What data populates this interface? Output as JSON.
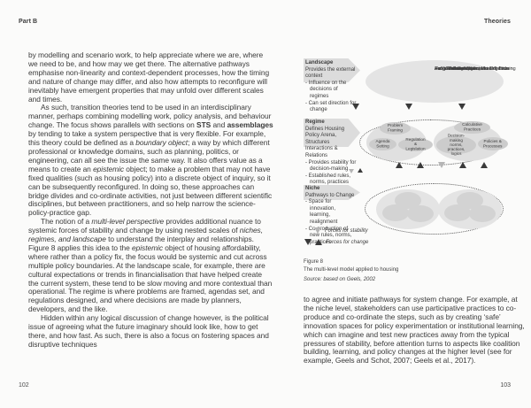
{
  "colors": {
    "paper": "#fbfbfa",
    "ink": "#3b3b3b",
    "fill_light_grey": "#e4e4e4",
    "fill_mid_grey": "#cccccc",
    "arrow_grey": "#dcdcdc",
    "triangle_black": "#3a3a3a",
    "triangle_grey": "#b5b5b5"
  },
  "left_page": {
    "header": "Part B",
    "page_number": "102",
    "paragraphs": [
      [
        {
          "t": "by modelling and scenario work, to help appreciate where we are, where we need to be, and how may we get there. The alternative pathways emphasise non-linearity and context-dependent processes, how the timing and nature of change may differ, and also how attempts to reconfigure will inevitably have emergent properties that may unfold over different scales and times."
        }
      ],
      [
        {
          "t": "As such, transition theories tend to be used in an interdisciplinary manner, perhaps combining modelling work, policy analysis, and behaviour change. The focus shows parallels with sections on "
        },
        {
          "t": "STS",
          "s": "b"
        },
        {
          "t": " and "
        },
        {
          "t": "assemblages",
          "s": "b"
        },
        {
          "t": " by tending to take a system perspective that is very flexible. For example, this theory could be defined as a "
        },
        {
          "t": "boundary object",
          "s": "i"
        },
        {
          "t": "; a way by which different professional or knowledge domains, such as planning, politics, or engineering, can all see the issue the same way. It also offers value as a means to create an "
        },
        {
          "t": "epistemic",
          "s": "i"
        },
        {
          "t": " object; to make a problem that may not have fixed qualities (such as housing policy) into a discrete object of inquiry, so it can be subsequently reconfigured. In doing so, these approaches can bridge divides and co-ordinate activities, not just between different scientific disciplines, but between practitioners, and so help narrow the science-policy-practice gap."
        }
      ],
      [
        {
          "t": "The notion of a "
        },
        {
          "t": "multi-level perspective",
          "s": "i"
        },
        {
          "t": " provides additional nuance to systemic forces of stability and change by using nested scales of "
        },
        {
          "t": "niches, regimes, and landscape",
          "s": "i"
        },
        {
          "t": " to understand the interplay and relationships. Figure 8 applies this idea to the "
        },
        {
          "t": "epistemic",
          "s": "i"
        },
        {
          "t": " object of housing affordability, where rather than a policy fix, the focus would be systemic and cut across multiple policy boundaries. At the landscape scale, for example, there are cultural expectations or trends in financialisation that have helped create the current system, these tend to be slow moving and more contextual than operational. The regime is where problems are framed, agendas set, and regulations designed, and where decisions are made by planners, developers, and the like."
        }
      ],
      [
        {
          "t": "Hidden within any logical discussion of change however, is the political issue of agreeing what the future imaginary should look like, how to get there, and how fast. As such, there is also a focus on fostering spaces and disruptive techniques"
        }
      ]
    ]
  },
  "right_page": {
    "header": "Theories",
    "page_number": "103",
    "figure": {
      "caption": {
        "label": "Figure 8",
        "title": "The multi-level model applied to housing",
        "source": "Source: based on Geels, 2002"
      },
      "landscape": {
        "title": "Landscape",
        "subtitle": "Provides the external context",
        "bullets": [
          "- Influence on the decisions of regimes",
          "- Can set direction for change"
        ],
        "ellipse_lines": [
          [
            {
              "t": "Social values",
              "s": "i"
            },
            {
              "t": " – e.g. Cultural expectation for housing"
            }
          ],
          [
            {
              "t": "Political Cultures",
              "s": "i"
            },
            {
              "t": " – e.g. Roles of State, Market, Citizen"
            }
          ],
          [
            {
              "t": "Built Environment",
              "s": "i"
            },
            {
              "t": " – e.g. Demographics, existing form"
            }
          ],
          [
            {
              "t": "Economic Developments & Trends",
              "s": "i"
            },
            {
              "t": " – e.g. Financialisation"
            }
          ]
        ]
      },
      "regime": {
        "title": "Regime",
        "subtitle": "Defines Housing Policy Arena, Structures Interactions & Relations",
        "bullets": [
          "- Provides stability for decision-making",
          "- Established rules, norms, practices"
        ],
        "nodes_left": [
          "Problem Framing",
          "Agenda Setting",
          "Regulation & Legislation"
        ],
        "nodes_right": [
          "Calculative Practices",
          "Decision-making norms, practices, logics",
          "Policies & Processes"
        ]
      },
      "niche": {
        "title": "Niche",
        "subtitle": "Pathways to Change",
        "bullets": [
          "- Space for innovation, learning, realignment",
          "- Co-production of new rules, norms, practices"
        ]
      },
      "legend": {
        "stability": "Forces for stability",
        "change": "Forces for change"
      }
    },
    "paragraphs": [
      [
        {
          "t": "to agree and initiate pathways for system change. For example, at the niche level, stakeholders can use participative practices to co-produce and co-ordinate the steps, such as by creating ‘safe’ innovation spaces for policy experimentation or institutional learning, which can imagine and test new practices away from the typical pressures of stability, before attention turns to aspects like coalition building, learning, and policy changes at the higher level (see for example, Geels and Schot, 2007; Geels et al., 2017)."
        }
      ]
    ]
  }
}
